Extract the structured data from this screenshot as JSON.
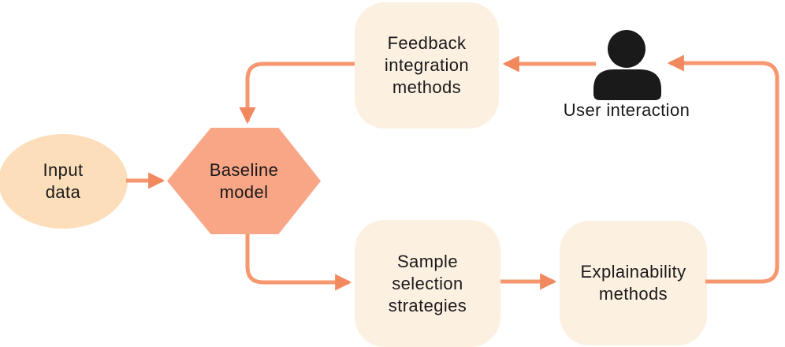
{
  "diagram": {
    "nodes": {
      "input_data": {
        "label": "Input\ndata",
        "shape": "ellipse"
      },
      "baseline_model": {
        "label": "Baseline\nmodel",
        "shape": "hexagon"
      },
      "feedback_integration": {
        "label": "Feedback\nintegration\nmethods",
        "shape": "rounded-rect"
      },
      "sample_selection": {
        "label": "Sample\nselection\nstrategies",
        "shape": "rounded-rect"
      },
      "explainability": {
        "label": "Explainability\nmethods",
        "shape": "rounded-rect"
      },
      "user_interaction": {
        "label": "User interaction",
        "shape": "person-icon"
      }
    },
    "edges": [
      {
        "from": "input_data",
        "to": "baseline_model"
      },
      {
        "from": "feedback_integration",
        "to": "baseline_model"
      },
      {
        "from": "baseline_model",
        "to": "sample_selection"
      },
      {
        "from": "sample_selection",
        "to": "explainability"
      },
      {
        "from": "explainability",
        "to": "user_interaction"
      },
      {
        "from": "user_interaction",
        "to": "feedback_integration"
      }
    ],
    "colors": {
      "background": "#FFFFFF",
      "ellipse_fill": "#FCDEBB",
      "hexagon_fill": "#F9A687",
      "box_fill": "#FCF0E1",
      "arrow_line": "#F6976F",
      "arrow_head": "#F1885E",
      "text": "#1A1A1A",
      "person_icon": "#1A1A1A"
    }
  }
}
